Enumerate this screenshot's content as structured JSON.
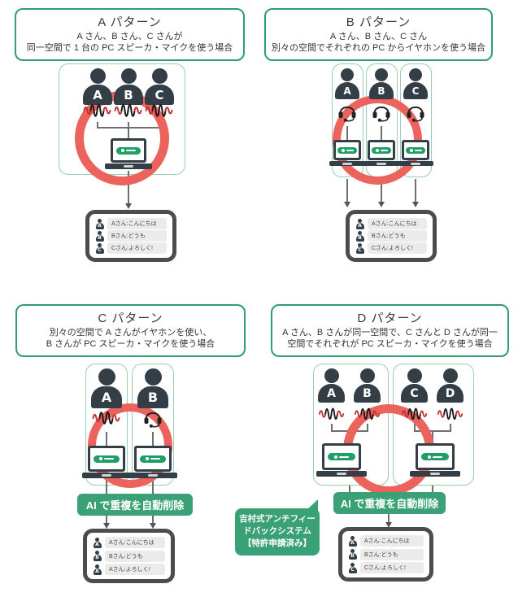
{
  "colors": {
    "header_border_green": "#2f9e6c",
    "room_box_green": "#9ccdb6",
    "banner_green": "#3aa076",
    "person_dark": "#333e46",
    "feedback_circle_red": "#ec625c",
    "chat_border_gray": "#4c4c4c",
    "bubble_gray": "#ebebeb"
  },
  "patterns": {
    "a": {
      "title": "A パターン",
      "desc1": "A さん、B さん、C さんが",
      "desc2": "同一空間で 1 台の PC スピーカ・マイクを使う場合",
      "people": [
        "A",
        "B",
        "C"
      ],
      "chat": [
        {
          "speaker": "A",
          "text": "Aさん:こんにちは"
        },
        {
          "speaker": "B",
          "text": "Bさん:どうも"
        },
        {
          "speaker": "C",
          "text": "Cさん:よろしく!"
        }
      ]
    },
    "b": {
      "title": "B パターン",
      "desc1": "A さん、B さん、C さん",
      "desc2": "別々の空間でそれぞれの PC からイヤホンを使う場合",
      "people": [
        "A",
        "B",
        "C"
      ],
      "chat": [
        {
          "speaker": "A",
          "text": "Aさん:こんにちは"
        },
        {
          "speaker": "B",
          "text": "Bさん:どうも"
        },
        {
          "speaker": "C",
          "text": "Cさん:よろしく!"
        }
      ]
    },
    "c": {
      "title": "C パターン",
      "desc1": "別々の空間で A さんがイヤホンを使い、",
      "desc2": "B さんが PC スピーカ・マイクを使う場合",
      "people": [
        "A",
        "B"
      ],
      "chat": [
        {
          "speaker": "A",
          "text": "Aさん:こんにちは"
        },
        {
          "speaker": "B",
          "text": "Bさん:どうも"
        },
        {
          "speaker": "A",
          "text": "Aさん:よろしく!"
        }
      ]
    },
    "d": {
      "title": "D パターン",
      "desc1": "A さん、B さんが同一空間で、C さんと D さんが同一",
      "desc2": "空間でそれぞれが PC スピーカ・マイクを使う場合",
      "people": [
        "A",
        "B",
        "C",
        "D"
      ],
      "chat": [
        {
          "speaker": "A",
          "text": "Aさん:こんにちは"
        },
        {
          "speaker": "B",
          "text": "Bさん:どうも"
        },
        {
          "speaker": "C",
          "text": "Cさん:よろしく!"
        }
      ]
    }
  },
  "labels": {
    "ai_banner": "AI で重複を自動削除",
    "callout_line1": "吉村式アンチフィー",
    "callout_line2": "ドバックシステム",
    "callout_line3": "【特許申請済み】"
  }
}
